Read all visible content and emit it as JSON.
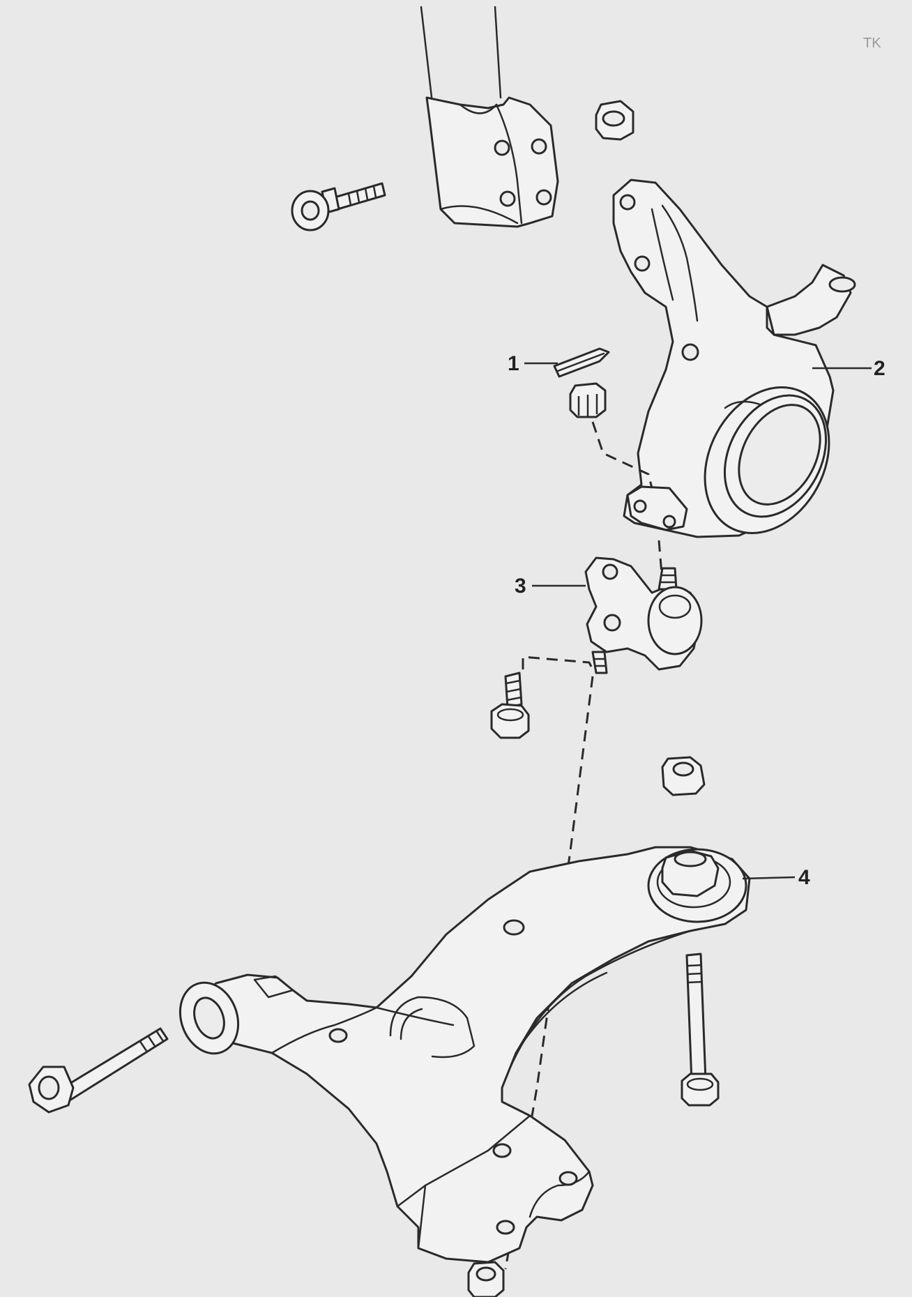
{
  "callouts": [
    {
      "number": "1",
      "part": "cotter-pin"
    },
    {
      "number": "2",
      "part": "steering-knuckle"
    },
    {
      "number": "3",
      "part": "lower-ball-joint"
    },
    {
      "number": "4",
      "part": "lower-control-arm"
    }
  ],
  "corner_mark": "TK"
}
